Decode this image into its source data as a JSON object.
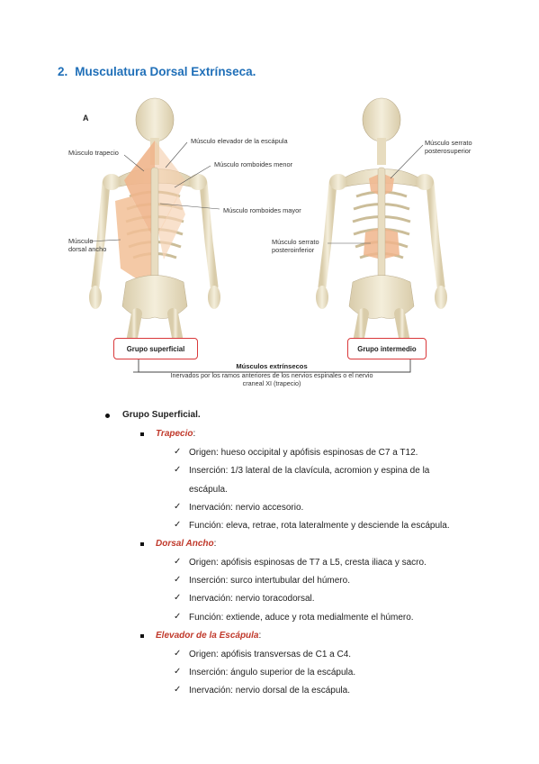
{
  "heading": {
    "number": "2.",
    "title": "Musculatura Dorsal Extrínseca."
  },
  "figure": {
    "panel_letter": "A",
    "labels": {
      "trapecio": "Músculo trapecio",
      "elevador": "Músculo elevador de la escápula",
      "romboides_menor": "Músculo romboides menor",
      "romboides_mayor": "Músculo romboides mayor",
      "dorsal_ancho_1": "Músculo",
      "dorsal_ancho_2": "dorsal ancho",
      "serrato_sup_1": "Músculo serrato",
      "serrato_sup_2": "posterosuperior",
      "serrato_inf_1": "Músculo serrato",
      "serrato_inf_2": "posteroinferior"
    },
    "group_superficial": "Grupo superficial",
    "group_intermedio": "Grupo intermedio",
    "caption_title": "Músculos extrínsecos",
    "caption_line1": "Inervados por los ramos anteriores de los nervios espinales o el nervio",
    "caption_line2": "craneal XI (trapecio)"
  },
  "list": {
    "group_title": "Grupo Superficial.",
    "trapecio": {
      "name": "Trapecio",
      "colon": ":",
      "origen": "Origen: hueso occipital y apófisis espinosas de C7 a T12.",
      "insercion_1": "Inserción: 1/3 lateral de la clavícula, acromion y espina de la",
      "insercion_2": "escápula.",
      "inervacion": "Inervación: nervio accesorio.",
      "funcion": "Función: eleva, retrae, rota lateralmente y desciende la escápula."
    },
    "dorsal_ancho": {
      "name": "Dorsal Ancho",
      "colon": ":",
      "origen": "Origen: apófisis espinosas de T7 a L5, cresta iliaca y sacro.",
      "insercion": "Inserción: surco intertubular del húmero.",
      "inervacion": "Inervación: nervio toracodorsal.",
      "funcion": "Función: extiende, aduce y rota medialmente el húmero."
    },
    "elevador": {
      "name": "Elevador de la Escápula",
      "colon": ":",
      "origen": "Origen: apófisis transversas de C1 a C4.",
      "insercion": "Inserción: ángulo superior de la escápula.",
      "inervacion": "Inervación: nervio dorsal de la escápula."
    },
    "check_glyph": "✓"
  },
  "colors": {
    "heading": "#1f6fb8",
    "muscle_name": "#c0392b",
    "group_border": "#d9383a",
    "muscle_fill": "#f0b58c",
    "bone": "#efe6cf"
  }
}
